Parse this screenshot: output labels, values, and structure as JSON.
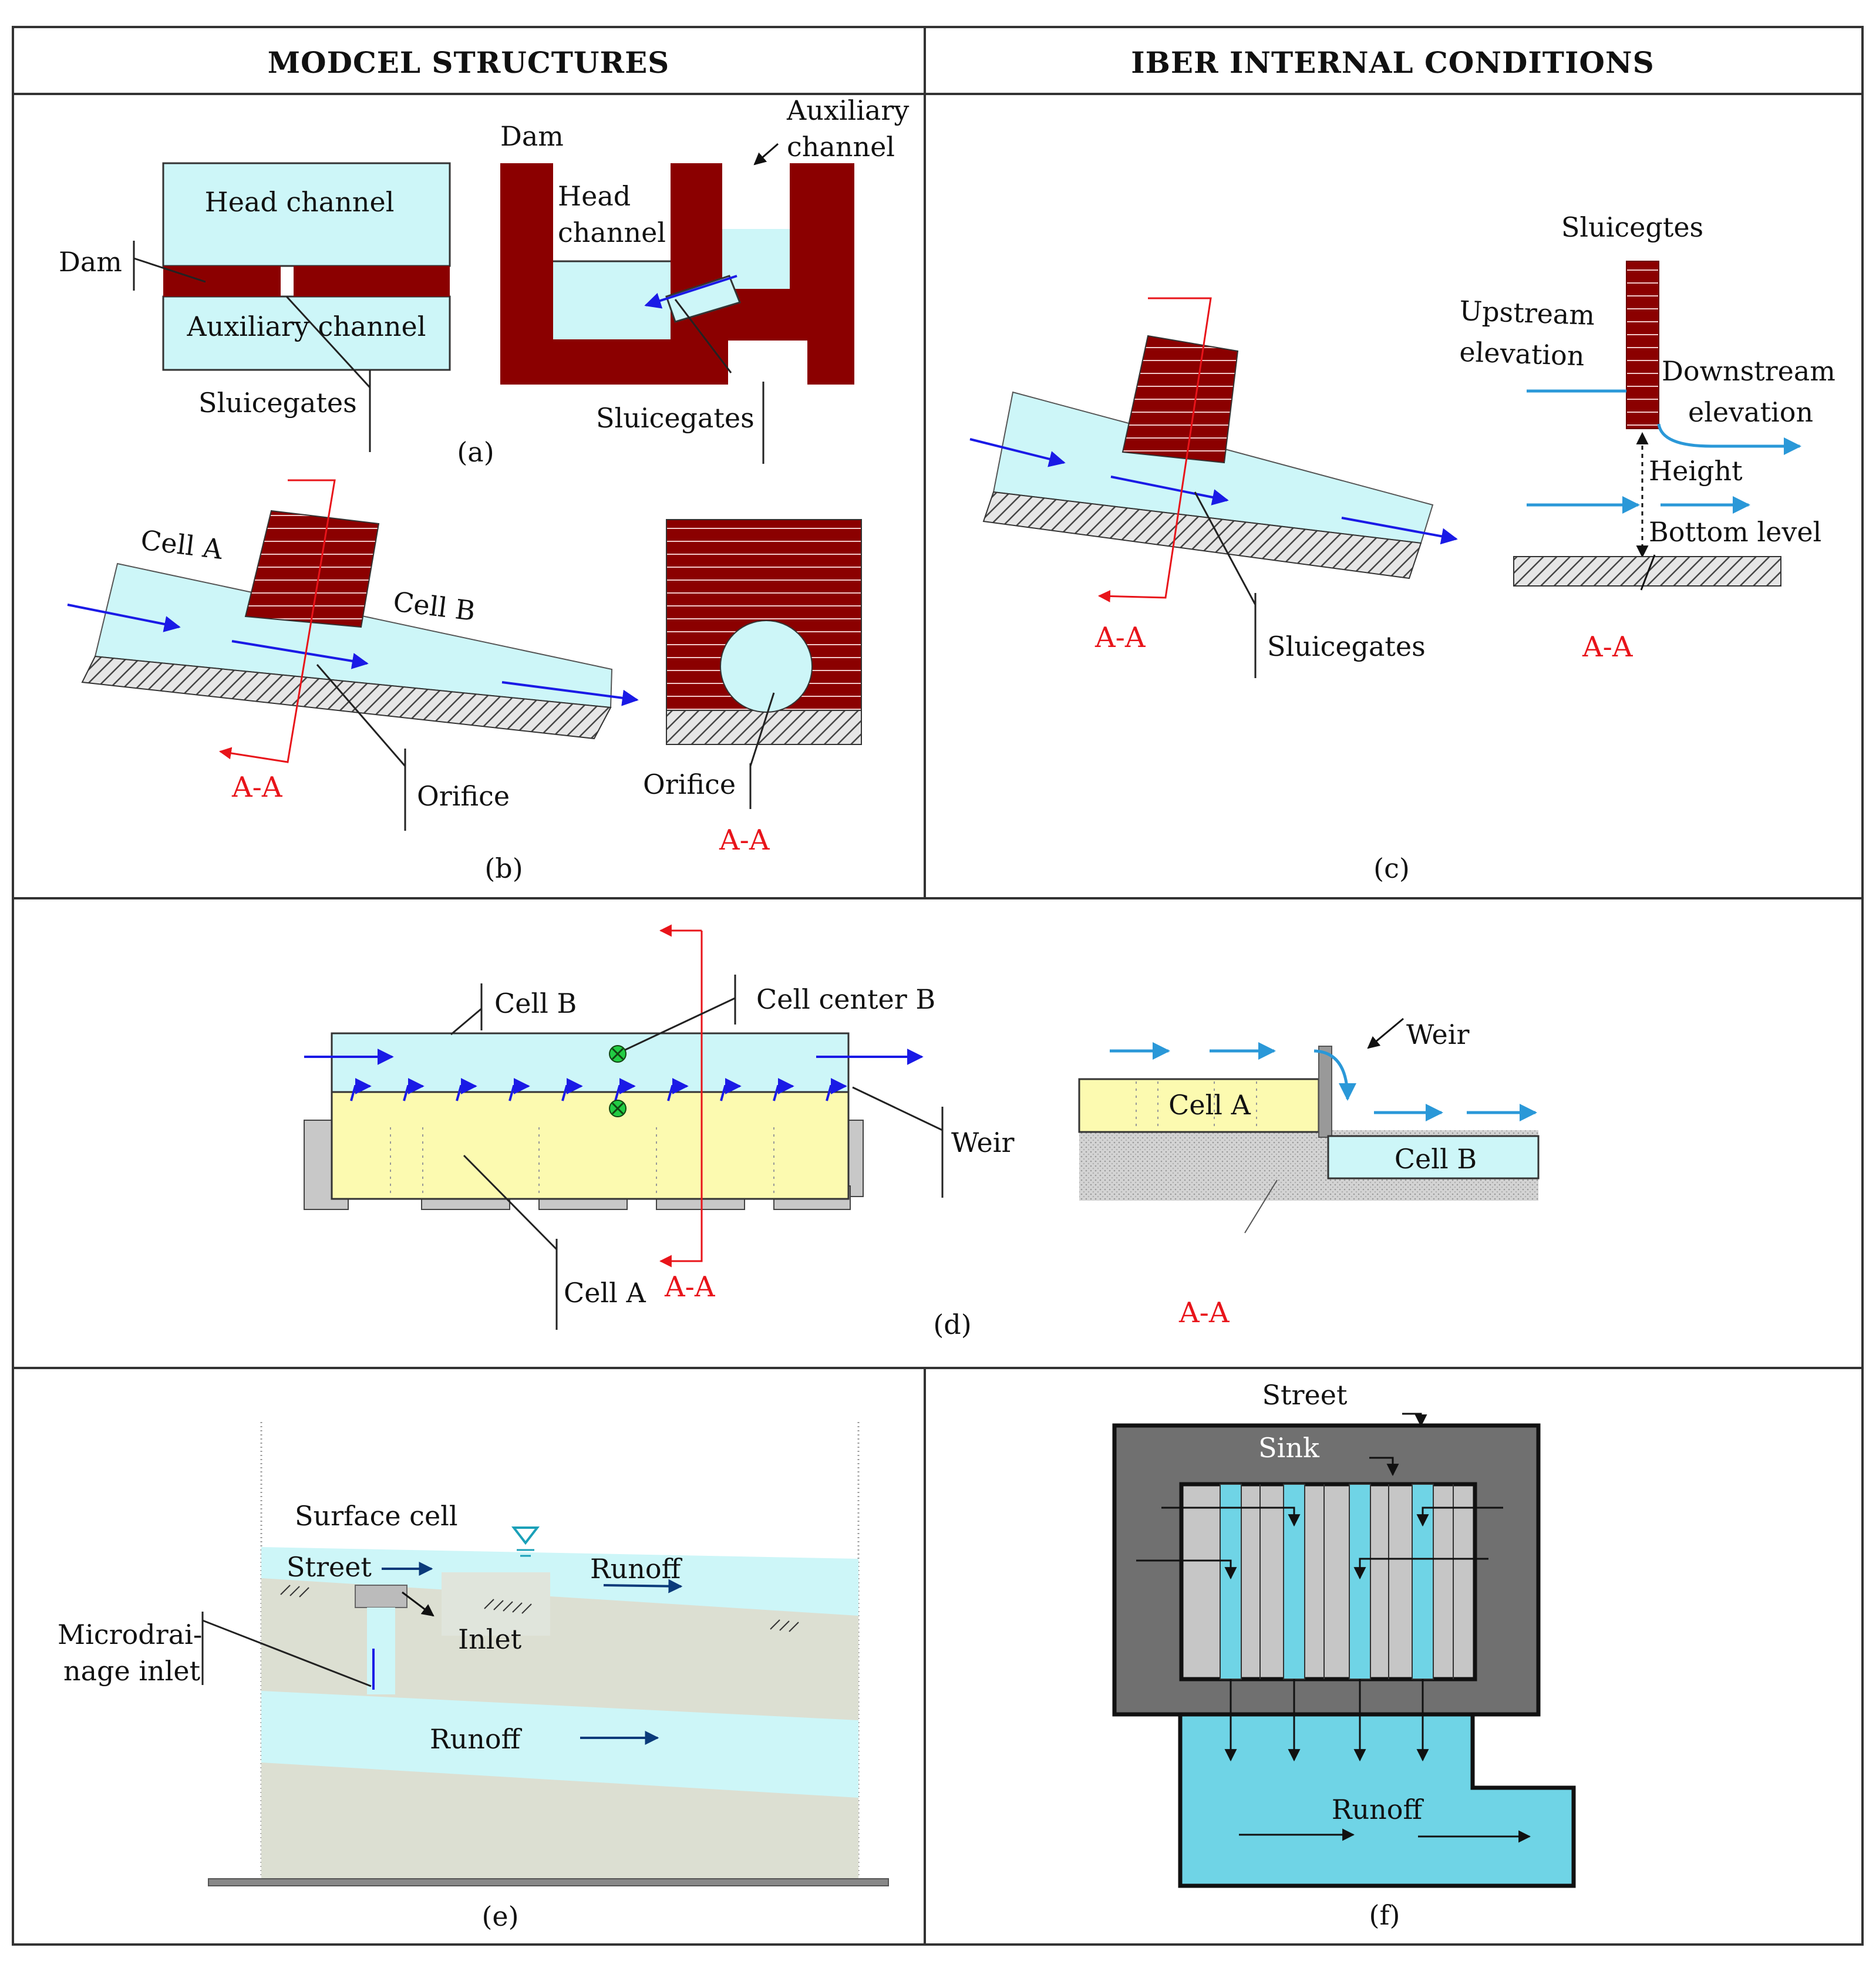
{
  "headers": {
    "left": "MODCEL STRUCTURES",
    "right": "IBER INTERNAL CONDITIONS"
  },
  "panel_a": {
    "caption": "(a)",
    "head_channel": "Head channel",
    "dam": "Dam",
    "auxiliary_channel": "Auxiliary channel",
    "sluicegates": "Sluicegates",
    "dam_right": "Dam",
    "head_right_1": "Head",
    "head_right_2": "channel",
    "aux_right_1": "Auxiliary",
    "aux_right_2": "channel",
    "sluicegates_right": "Sluicegates"
  },
  "panel_b": {
    "caption": "(b)",
    "cell_a": "Cell A",
    "cell_b": "Cell B",
    "orifice": "Orifice",
    "section": "A-A",
    "orifice_right": "Orifice",
    "section_right": "A-A"
  },
  "panel_c": {
    "caption": "(c)",
    "section": "A-A",
    "sluicegates": "Sluicegates",
    "sluicegates_title": "Sluicegtes",
    "upstream_1": "Upstream",
    "upstream_2": "elevation",
    "downstream_1": "Downstream",
    "downstream_2": "elevation",
    "height": "Height",
    "bottom_level": "Bottom level",
    "section_right": "A-A"
  },
  "panel_d": {
    "caption": "(d)",
    "cell_b": "Cell B",
    "cell_center_b": "Cell center B",
    "weir": "Weir",
    "cell_a": "Cell A",
    "section": "A-A",
    "weir_right": "Weir",
    "cell_a_right": "Cell A",
    "cell_b_right": "Cell  B",
    "section_right": "A-A"
  },
  "panel_e": {
    "caption": "(e)",
    "surface_cell": "Surface cell",
    "street": "Street",
    "runoff_top": "Runoff",
    "inlet": "Inlet",
    "micro_1": "Microdrai-",
    "micro_2": "nage inlet",
    "runoff_bottom": "Runoff"
  },
  "panel_f": {
    "caption": "(f)",
    "street": "Street",
    "sink": "Sink",
    "runoff": "Runoff"
  },
  "colors": {
    "water": "#cdf6f8",
    "dam": "#8b0000",
    "section_line": "#e8141a",
    "flow_arrow": "#1a1ae6",
    "iber_arrow": "#2a98d8",
    "cell_yellow": "#fcfab0",
    "gray_dark": "#6e6e6e",
    "runoff_blue": "#6fd4e6"
  }
}
